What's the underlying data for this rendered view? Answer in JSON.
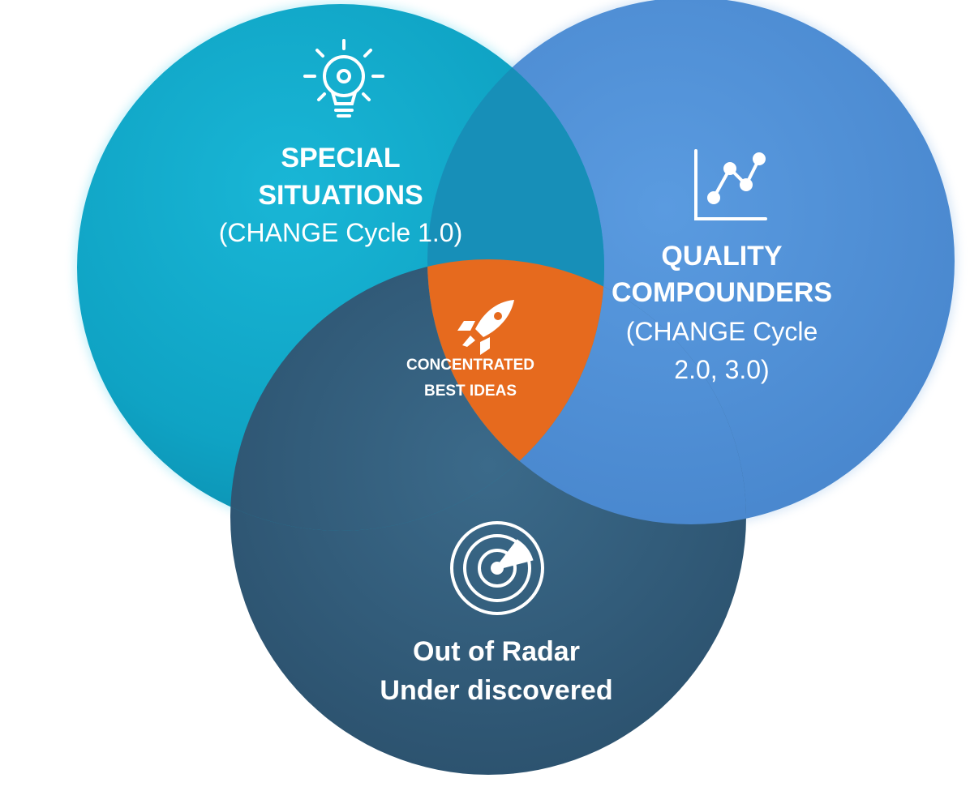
{
  "diagram": {
    "circles": [
      {
        "key": "special",
        "color": "#17a9c9",
        "icon": "lightbulb-gear-icon",
        "lines": [
          "SPECIAL",
          "SITUATIONS"
        ],
        "sub": "(CHANGE Cycle 1.0)"
      },
      {
        "key": "quality",
        "color": "#4f90d4",
        "icon": "line-chart-icon",
        "lines": [
          "QUALITY",
          "COMPOUNDERS"
        ],
        "sub_lines": [
          "(CHANGE Cycle",
          "2.0, 3.0)"
        ]
      },
      {
        "key": "radar",
        "color": "#335e7c",
        "icon": "radar-icon",
        "lines": [
          "Out of Radar",
          "Under discovered"
        ]
      }
    ],
    "center": {
      "color": "#e66a1e",
      "icon": "rocket-icon",
      "lines": [
        "CONCENTRATED",
        "BEST IDEAS"
      ]
    }
  }
}
